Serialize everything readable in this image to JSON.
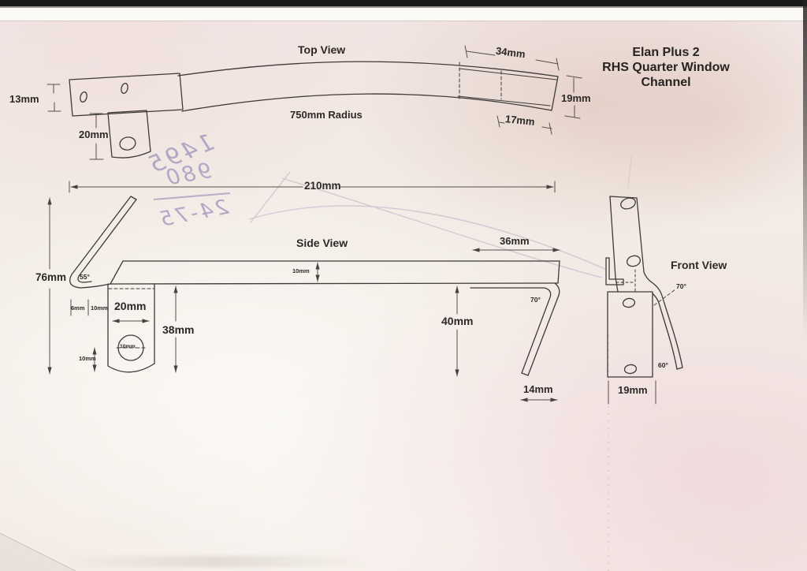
{
  "title_block": {
    "line1": "Elan Plus 2",
    "line2": "RHS Quarter Window",
    "line3": "Channel"
  },
  "top_view": {
    "title": "Top View",
    "radius_label": "750mm Radius",
    "dim_height": "13mm",
    "dim_tab_length": "20mm",
    "dim_end_width": "34mm",
    "dim_end_height": "19mm",
    "dim_end_inner": "17mm"
  },
  "overall": {
    "dim_length": "210mm"
  },
  "side_view": {
    "title": "Side View",
    "dim_total_height": "76mm",
    "angle_arm": "55°",
    "dim_lip": "6mm",
    "dim_lip_offset": "10mm",
    "dim_tab_width": "20mm",
    "dim_tab_drop": "38mm",
    "dim_hole_dia": "10mm",
    "dim_hole_edge": "10mm",
    "dim_thickness": "10mm",
    "dim_overhang": "36mm",
    "angle_leg": "70°",
    "dim_leg_drop": "40mm",
    "dim_leg_span": "14mm"
  },
  "front_view": {
    "title": "Front View",
    "angle_upper": "70°",
    "angle_lower": "60°",
    "dim_width": "19mm"
  },
  "handwriting": {
    "line1": "1495",
    "line2": "980",
    "line3": "24-75"
  }
}
